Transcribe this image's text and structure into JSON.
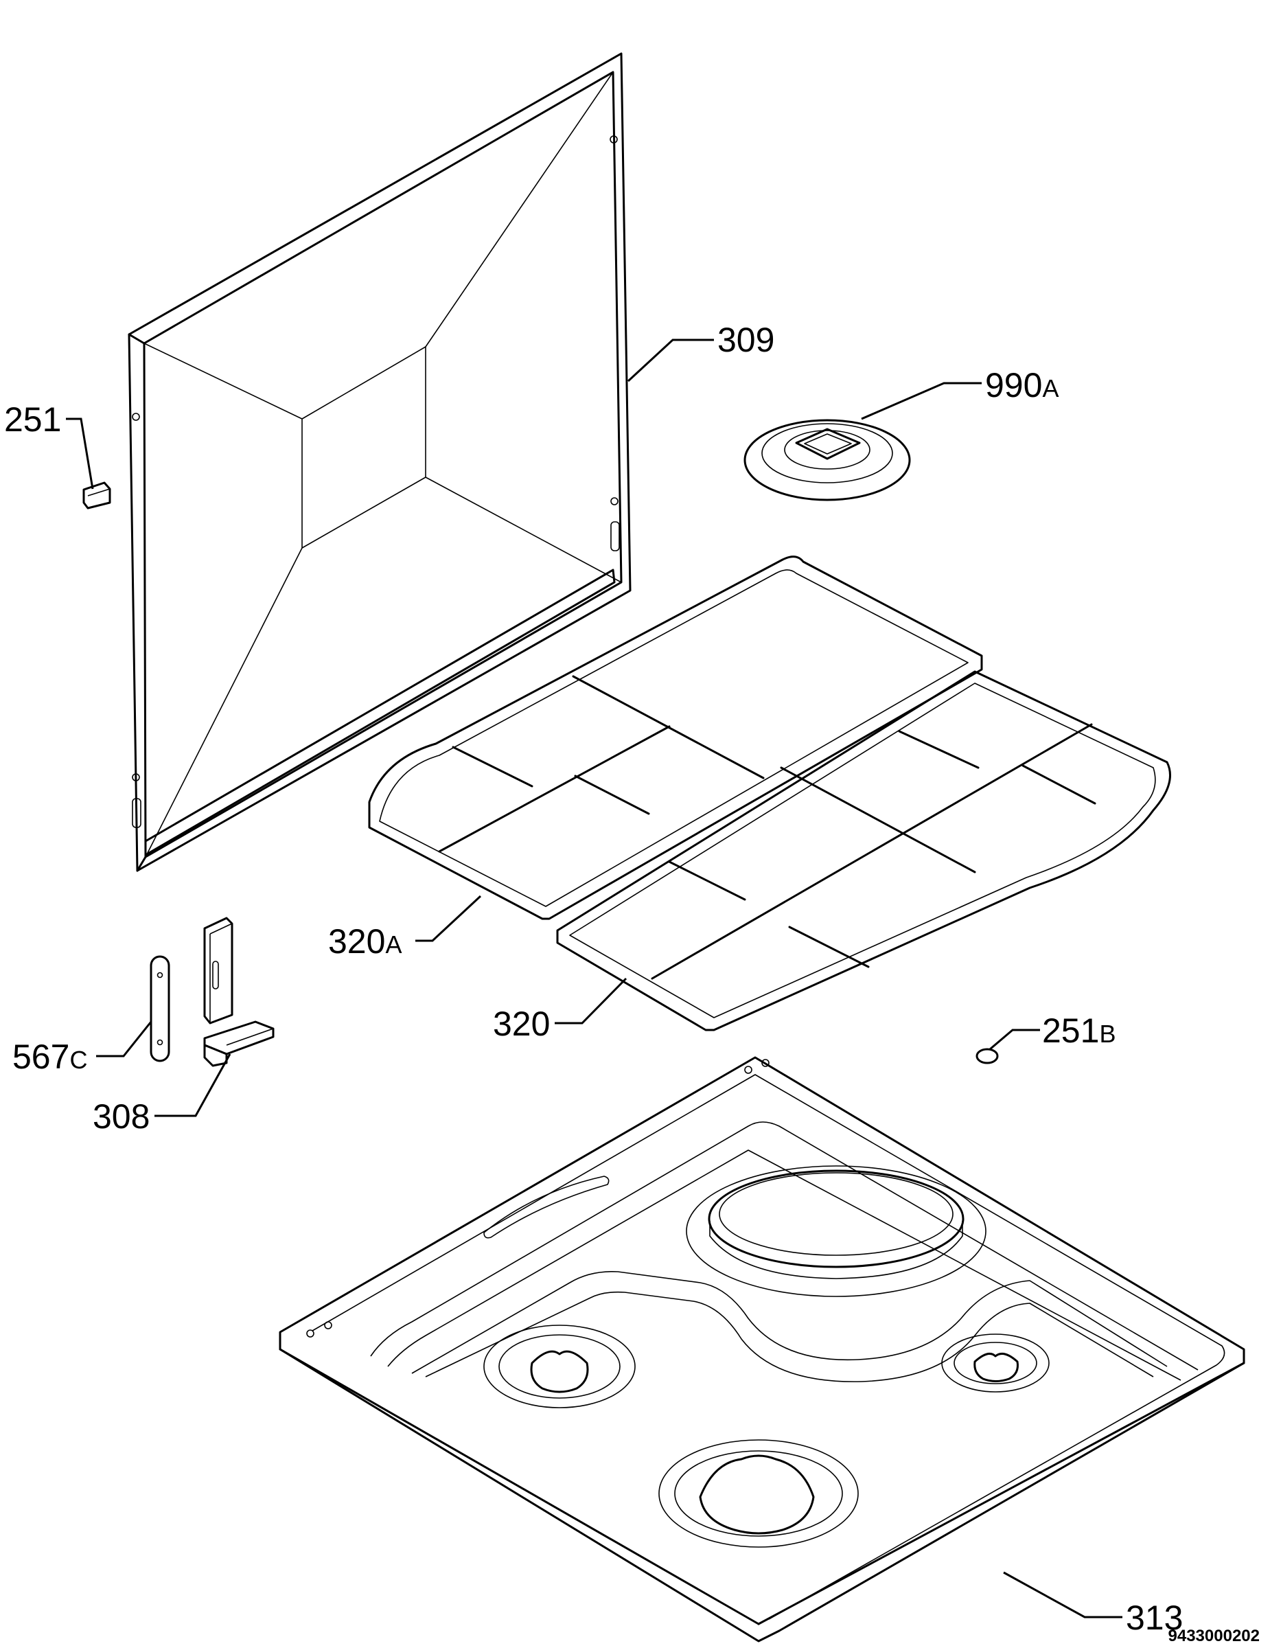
{
  "diagram": {
    "callouts": {
      "c309": {
        "number": "309",
        "suffix": ""
      },
      "c990a": {
        "number": "990",
        "suffix": "A"
      },
      "c251": {
        "number": "251",
        "suffix": ""
      },
      "c320a": {
        "number": "320",
        "suffix": "A"
      },
      "c320": {
        "number": "320",
        "suffix": ""
      },
      "c251b": {
        "number": "251",
        "suffix": "B"
      },
      "c567c": {
        "number": "567",
        "suffix": "C"
      },
      "c308": {
        "number": "308",
        "suffix": ""
      },
      "c313": {
        "number": "313",
        "suffix": ""
      }
    },
    "document_id": "9433000202"
  }
}
